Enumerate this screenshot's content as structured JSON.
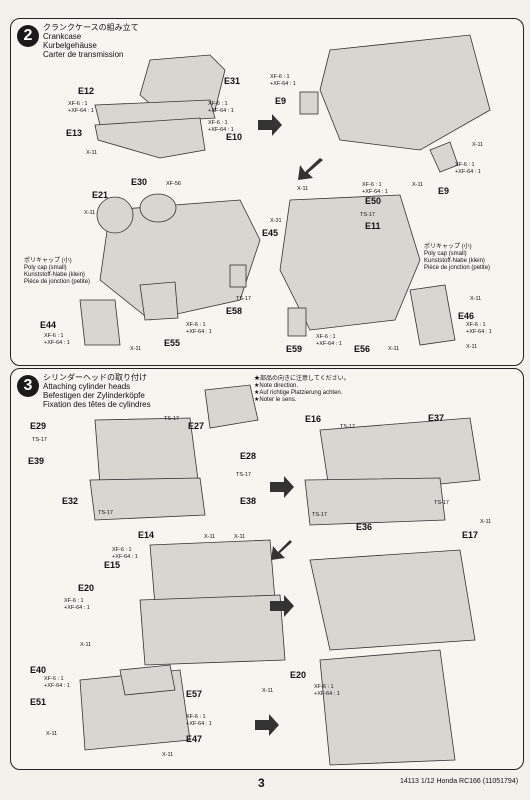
{
  "page_number": "3",
  "footer_code": "14113  1/12 Honda RC166 (11051794)",
  "step2": {
    "number": "2",
    "title_jp": "クランクケースの組み立て",
    "title_en": "Crankcase",
    "title_de": "Kurbelgehäuse",
    "title_fr": "Carter de transmission",
    "labels": {
      "e31": "E31",
      "e12": "E12",
      "e13": "E13",
      "e10": "E10",
      "e9a": "E9",
      "e9b": "E9",
      "e21": "E21",
      "e30": "E30",
      "e50": "E50",
      "e11": "E11",
      "e45": "E45",
      "e44": "E44",
      "e55": "E55",
      "e58": "E58",
      "e59": "E59",
      "e56": "E56",
      "e46": "E46"
    },
    "paints": {
      "xf6_64": "XF-6 : 1\n+XF-64 : 1",
      "x11": "X-11",
      "xf56": "XF-56",
      "ts17": "TS-17",
      "x31": "X-31"
    },
    "polycap_left": [
      "ポリキャップ (小)",
      "Poly cap (small)",
      "Kunststoff-Nabe (klein)",
      "Pièce de jonction (petite)"
    ],
    "polycap_right": [
      "ポリキャップ (小)",
      "Poly cap (small)",
      "Kunststoff-Nabe (klein)",
      "Pièce de jonction (petite)"
    ]
  },
  "step3": {
    "number": "3",
    "title_jp": "シリンダーヘッドの取り付け",
    "title_en": "Attaching cylinder heads",
    "title_de": "Befestigen der Zylinderköpfe",
    "title_fr": "Fixation des têtes de cylindres",
    "note": [
      "★部品の向きに注意してください。",
      "★Note direction.",
      "★Auf richtige Platzierung achten.",
      "★Noter le sens."
    ],
    "labels": {
      "e29": "E29",
      "e39": "E39",
      "e27": "E27",
      "e28": "E28",
      "e38": "E38",
      "e32": "E32",
      "e16": "E16",
      "e37": "E37",
      "e36": "E36",
      "e17": "E17",
      "e14": "E14",
      "e15": "E15",
      "e20a": "E20",
      "e20b": "E20",
      "e40": "E40",
      "e51": "E51",
      "e57": "E57",
      "e47": "E47"
    },
    "paints": {
      "ts17": "TS-17",
      "x11": "X-11",
      "xf6_64": "XF-6 : 1\n+XF-64 : 1"
    }
  }
}
